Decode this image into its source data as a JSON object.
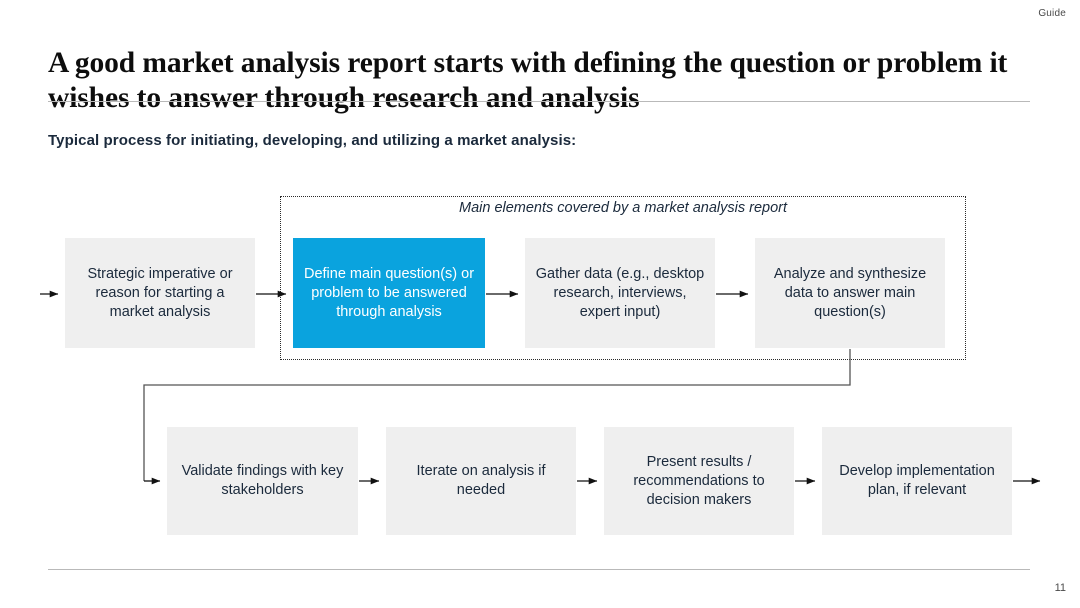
{
  "header": {
    "guide_label": "Guide",
    "title": "A good market analysis report starts with defining the question or problem it wishes to answer through research and analysis",
    "subtitle": "Typical process for initiating, developing, and utilizing a market analysis:"
  },
  "diagram": {
    "group_label": "Main elements covered by a market analysis report",
    "accent_color": "#0aa3de",
    "box_color": "#efefef",
    "text_color": "#1b2a3c",
    "row1": [
      {
        "id": "box-1",
        "label": "Strategic imperative or reason for starting a market analysis",
        "highlighted": false
      },
      {
        "id": "box-2",
        "label": "Define main question(s) or problem to be answered through analysis",
        "highlighted": true
      },
      {
        "id": "box-3",
        "label": "Gather data (e.g., desktop research, interviews, expert input)",
        "highlighted": false
      },
      {
        "id": "box-4",
        "label": "Analyze and synthesize data to answer main question(s)",
        "highlighted": false
      }
    ],
    "row2": [
      {
        "id": "box-5",
        "label": "Validate findings with key stakeholders",
        "highlighted": false
      },
      {
        "id": "box-6",
        "label": "Iterate on analysis if needed",
        "highlighted": false
      },
      {
        "id": "box-7",
        "label": "Present results / recommendations to decision makers",
        "highlighted": false
      },
      {
        "id": "box-8",
        "label": "Develop implementation plan, if relevant",
        "highlighted": false
      }
    ]
  },
  "footer": {
    "page_number": "11"
  }
}
